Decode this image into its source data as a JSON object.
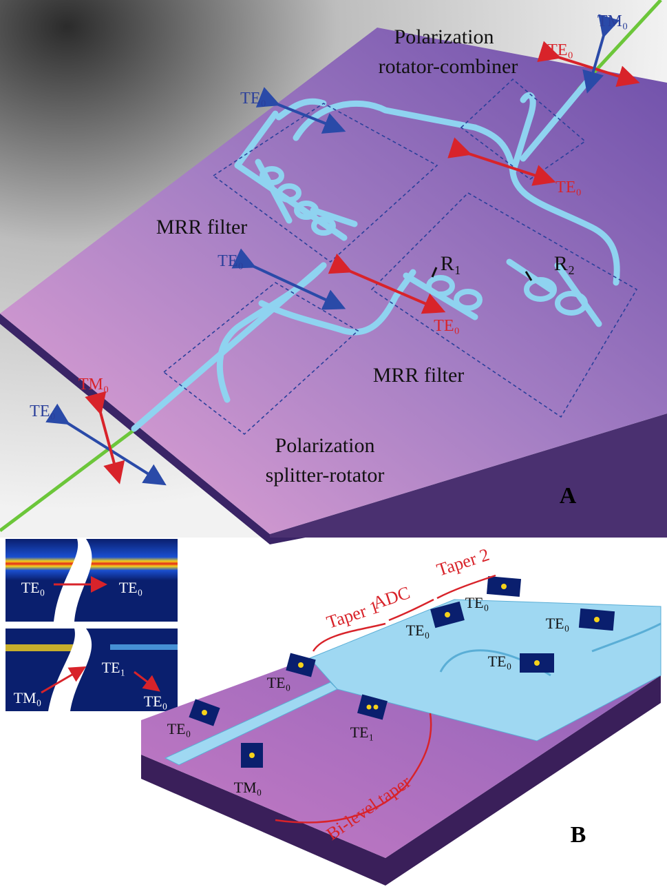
{
  "colors": {
    "chip_top_left": "#e29fd0",
    "chip_top_right": "#6b4aa8",
    "waveguide": "#8fd3f0",
    "waveguide_edge": "#4aa3cf",
    "box_dash": "#2a3f9a",
    "te_blue": "#2a4aa8",
    "tm_red": "#d8232a",
    "fiber_green": "#6cc63a",
    "sim_bg": "#0a1f6e",
    "label_red": "#d8232a",
    "label_blue": "#2a3f9a"
  },
  "panel_a": {
    "letter": "A",
    "polarization_rotator_combiner": [
      "Polarization",
      "rotator-combiner"
    ],
    "polarization_splitter_rotator": [
      "Polarization",
      "splitter-rotator"
    ],
    "mrr_filter_top": "MRR filter",
    "mrr_filter_bottom": "MRR filter",
    "ring_r1": "R₁",
    "ring_r2": "R₂",
    "mode_labels": {
      "input_te0": "TE₀",
      "input_tm0": "TM₀",
      "top_left_te0": "TE₀",
      "mid_left_te0": "TE₀",
      "center_te0": "TE₀",
      "right_te0": "TE₀",
      "output_te0": "TE₀",
      "output_tm0": "TM₀"
    }
  },
  "panel_b": {
    "letter": "B",
    "sim_top": {
      "left": "TE₀",
      "right": "TE₀"
    },
    "sim_bottom": {
      "left": "TM₀",
      "middle": "TE₁",
      "right": "TE₀"
    },
    "taper1": "Taper 1",
    "adc": "ADC",
    "taper2": "Taper 2",
    "bi_level_taper": "Bi-level taper",
    "modes": {
      "te0_a": "TE₀",
      "tm0": "TM₀",
      "te0_b": "TE₀",
      "te1": "TE₁",
      "te0_c": "TE₀",
      "te0_d": "TE₀",
      "te0_e": "TE₀",
      "te0_f": "TE₀"
    }
  }
}
